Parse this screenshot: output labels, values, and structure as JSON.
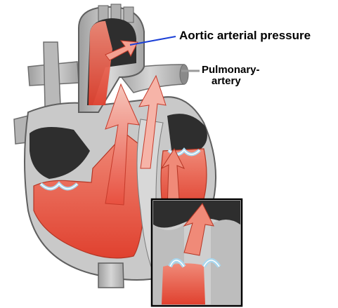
{
  "labels": {
    "aortic": "Aortic arterial pressure",
    "pulmonary_line1": "Pulmonary-",
    "pulmonary_line2": "artery"
  },
  "colors": {
    "blood": "#e8503f",
    "blood_light": "#f4a090",
    "tissue": "#bdbdbd",
    "tissue_dark": "#6e6e6e",
    "cavity": "#2e2e2e",
    "valve_blue": "#a9d7ee",
    "aortic_pointer": "#1a3fd6",
    "pulmonary_pointer": "#b0b0b0",
    "inset_border": "#000000"
  }
}
